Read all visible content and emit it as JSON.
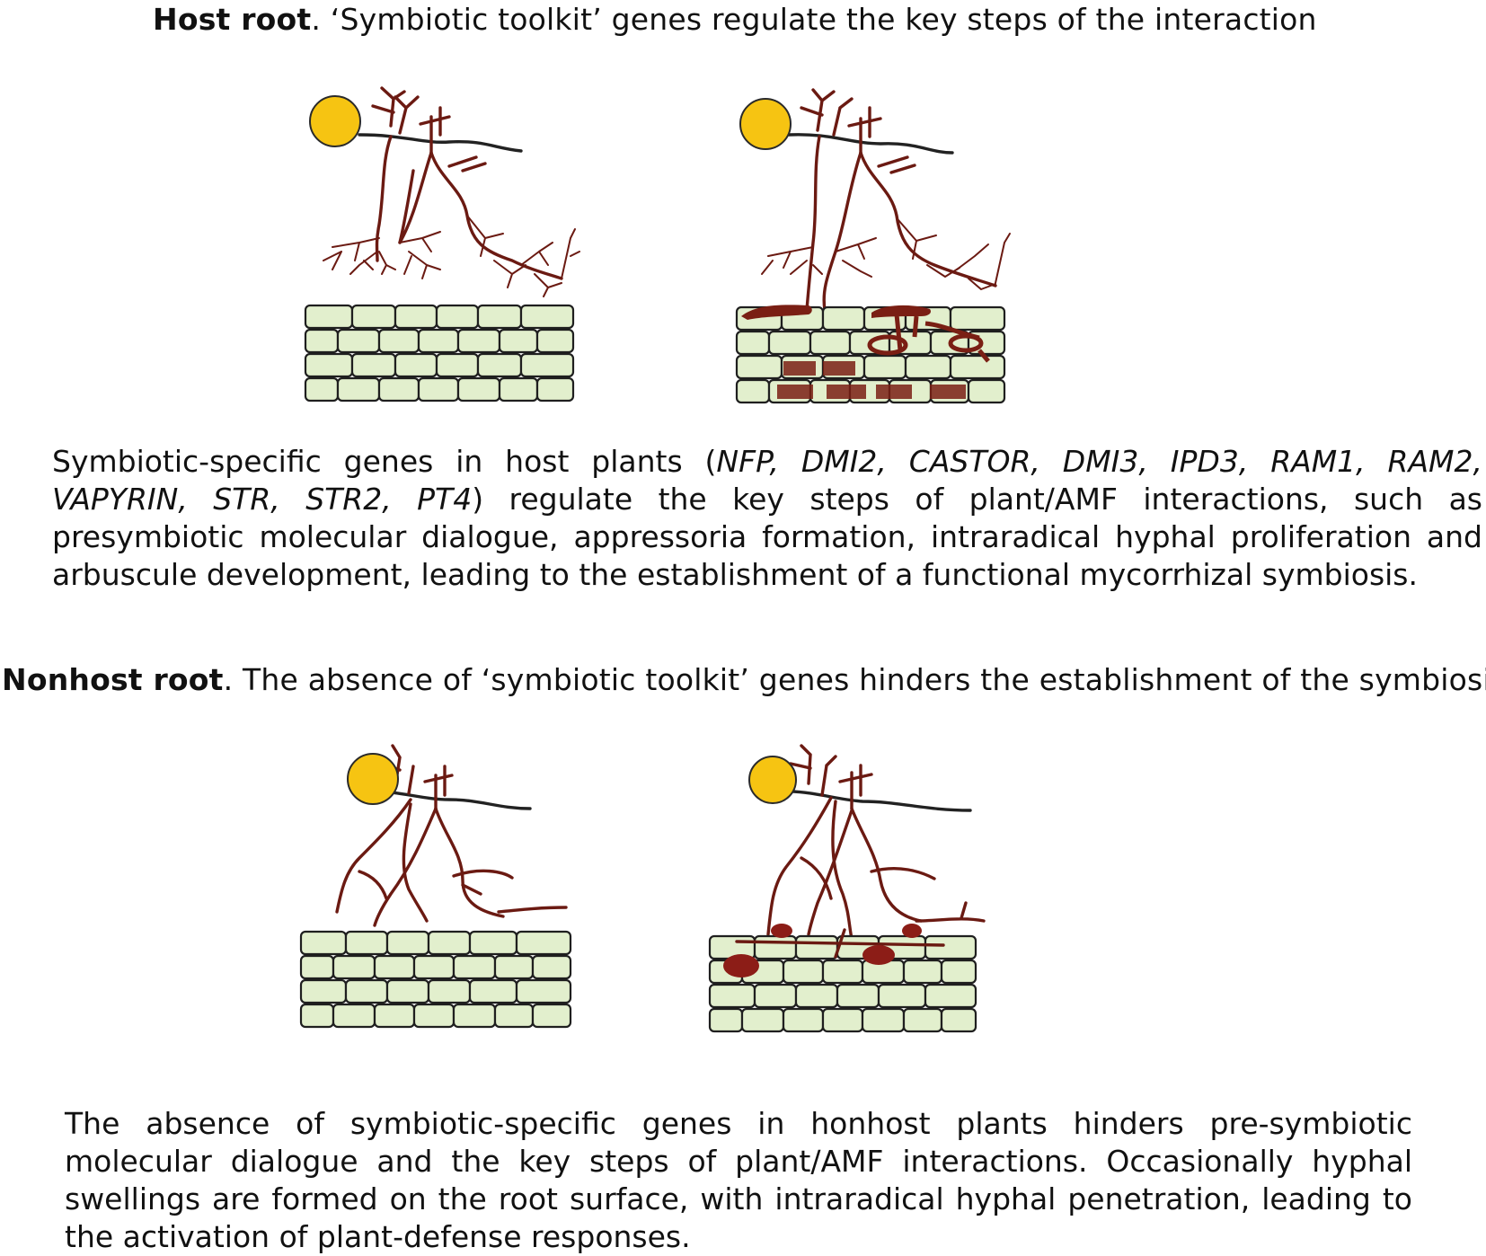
{
  "host": {
    "heading_bold": "Host root",
    "heading_rest": ". ‘Symbiotic toolkit’ genes regulate the key steps of the interaction",
    "para_part1": "Symbiotic-specific genes in host plants (",
    "para_genes": "NFP, DMI2, CASTOR, DMI3, IPD3, RAM1, RAM2, VAPYRIN, STR, STR2, PT4",
    "para_part2": ") regulate the key steps of plant/AMF interactions, such as presymbiotic molecular dialogue, appressoria formation, intraradical hyphal proliferation and arbuscule development, leading to the establishment of a functional mycorrhizal symbiosis."
  },
  "nonhost": {
    "heading_bold": "Nonhost root",
    "heading_rest": ". The absence of ‘symbiotic toolkit’ genes hinders the establishment of the symbiosis",
    "para": "The absence of symbiotic-specific genes in honhost plants hinders pre-symbiotic molecular dialogue and the key steps of plant/AMF interactions. Occasionally hyphal swellings are formed on the root surface, with intraradical hyphal penetration, leading to the activation of plant-defense responses."
  },
  "colors": {
    "root_cell_fill": "#e2efcd",
    "hypha": "#6b1a12",
    "spore": "#f6c412",
    "swelling": "#8c1d17"
  }
}
